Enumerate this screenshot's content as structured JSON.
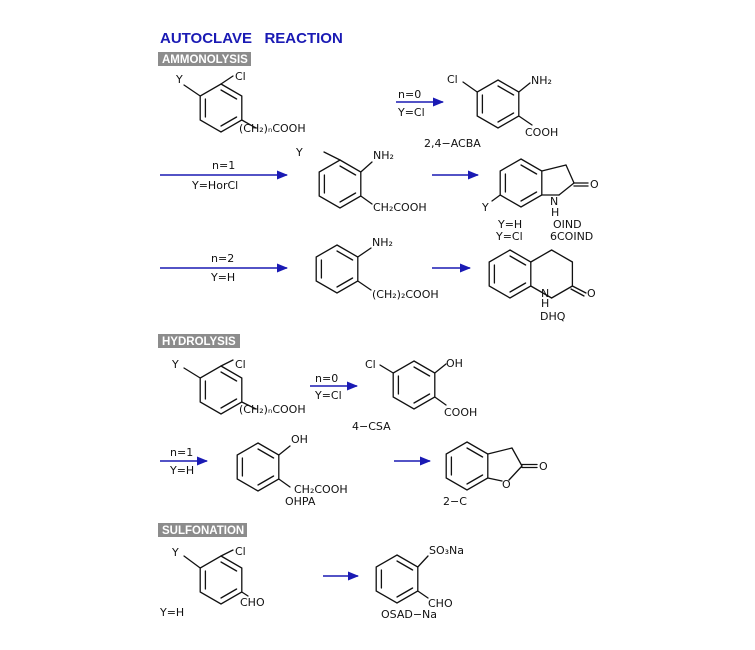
{
  "colors": {
    "accent": "#1a1ab4",
    "arrow": "#1a1ab4",
    "badge_bg": "#8c8c8c",
    "ink": "#111111"
  },
  "title": "AUTOCLAVE   REACTION",
  "sections": {
    "ammonolysis": "AMMONOLYSIS",
    "hydrolysis": "HYDROLYSIS",
    "sulfonation": "SULFONATION"
  },
  "atoms": {
    "Y": "Y",
    "Cl": "Cl",
    "NH2": "NH₂",
    "OH": "OH",
    "COOH": "COOH",
    "CH2COOH": "CH₂COOH",
    "CH2nCOOH": "(CH₂)ₙCOOH",
    "CH22COOH": "(CH₂)₂COOH",
    "O": "O",
    "NH": "N",
    "H": "H",
    "CHO": "CHO",
    "SO3Na": "SO₃Na"
  },
  "conditions": {
    "n0": "n=0",
    "YCl": "Y=Cl",
    "n1": "n=1",
    "YHorCl": "Y=HorCl",
    "n2": "n=2",
    "YH": "Y=H"
  },
  "names": {
    "acba": "2,4−ACBA",
    "yh": "Y=H",
    "ycl": "Y=Cl",
    "oind": "OIND",
    "coind": "6COIND",
    "dhq": "DHQ",
    "csa": "4−CSA",
    "ohpa": "OHPA",
    "twoc": "2−C",
    "osad": "OSAD−Na",
    "sulf_yh": "Y=H"
  }
}
